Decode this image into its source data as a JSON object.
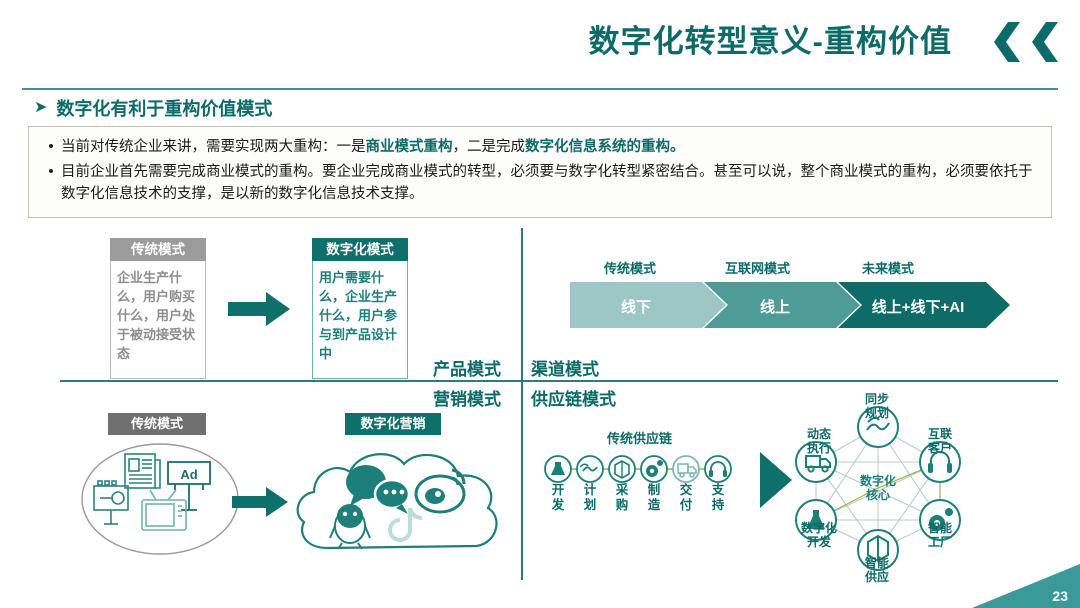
{
  "header": {
    "title": "数字化转型意义-重构价值",
    "chevron_icon": "double-chevron-left-icon",
    "accent_color": "#0c6b68"
  },
  "section": {
    "bullet_icon": "arrow-bullet-icon",
    "heading": "数字化有利于重构价值模式"
  },
  "textbox": {
    "bullet": "•",
    "lines": [
      {
        "pre": "当前对传统企业来讲，需要实现两大重构：一是",
        "b1": "商业模式重构",
        "mid": "，二是完成",
        "b2": "数字化信息系统的重构。",
        "post": ""
      },
      {
        "pre": "目前企业首先需要完成商业模式的重构。要企业完成商业模式的转型，必须要与数字化转型紧密结合。甚至可以说，整个商业模式的重构，必须要依托于数字化信息技术的支撑，是以新的数字化信息技术支撑。",
        "b1": "",
        "mid": "",
        "b2": "",
        "post": ""
      }
    ]
  },
  "quadrants": {
    "product": "产品模式",
    "channel": "渠道模式",
    "marketing": "营销模式",
    "supply_chain": "供应链模式"
  },
  "product_panel": {
    "traditional": {
      "title": "传统模式",
      "body": "企业生产什么，用户购买什么，用户处于被动接受状态",
      "color": "#9b9b9b"
    },
    "digital": {
      "title": "数字化模式",
      "body": "用户需要什么，企业生产什么，用户参与到产品设计中",
      "color": "#0e6f6b"
    },
    "arrow_icon": "right-arrow-icon"
  },
  "channel_panel": {
    "stages": [
      {
        "label": "传统模式",
        "value": "线下",
        "color": "#9dc7c4"
      },
      {
        "label": "互联网模式",
        "value": "线上",
        "color": "#4e9c97"
      },
      {
        "label": "未来模式",
        "value": "线上+线下+AI",
        "color": "#0d6b68"
      }
    ]
  },
  "marketing_panel": {
    "traditional": {
      "title": "传统模式",
      "icons": [
        "newspaper-icon",
        "billboard-ad-icon",
        "radio-sign-icon",
        "television-icon"
      ],
      "billboard_text": "Ad"
    },
    "digital": {
      "title": "数字化营销",
      "icons": [
        "wechat-icon",
        "weibo-icon",
        "qq-penguin-icon",
        "tiktok-icon"
      ]
    },
    "arrow_icon": "right-arrow-icon"
  },
  "supply_panel": {
    "chain_title": "传统供应链",
    "chain_nodes": [
      {
        "label": "开发",
        "icon": "flask-icon"
      },
      {
        "label": "计划",
        "icon": "chart-wave-icon"
      },
      {
        "label": "采购",
        "icon": "box-icon"
      },
      {
        "label": "制造",
        "icon": "gear-icon"
      },
      {
        "label": "交付",
        "icon": "truck-icon"
      },
      {
        "label": "支持",
        "icon": "headset-icon"
      }
    ],
    "arrow_icon": "triangle-right-icon",
    "network": {
      "center": "数字化核心",
      "nodes": [
        {
          "label": "同步规划",
          "icon": "chart-wave-icon"
        },
        {
          "label": "互联客户",
          "icon": "headset-icon"
        },
        {
          "label": "智能工厂",
          "icon": "gear-icon"
        },
        {
          "label": "智能供应",
          "icon": "box-icon"
        },
        {
          "label": "数字化开发",
          "icon": "flask-icon"
        },
        {
          "label": "动态执行",
          "icon": "truck-icon"
        }
      ]
    }
  },
  "footer": {
    "page_number": "23"
  }
}
